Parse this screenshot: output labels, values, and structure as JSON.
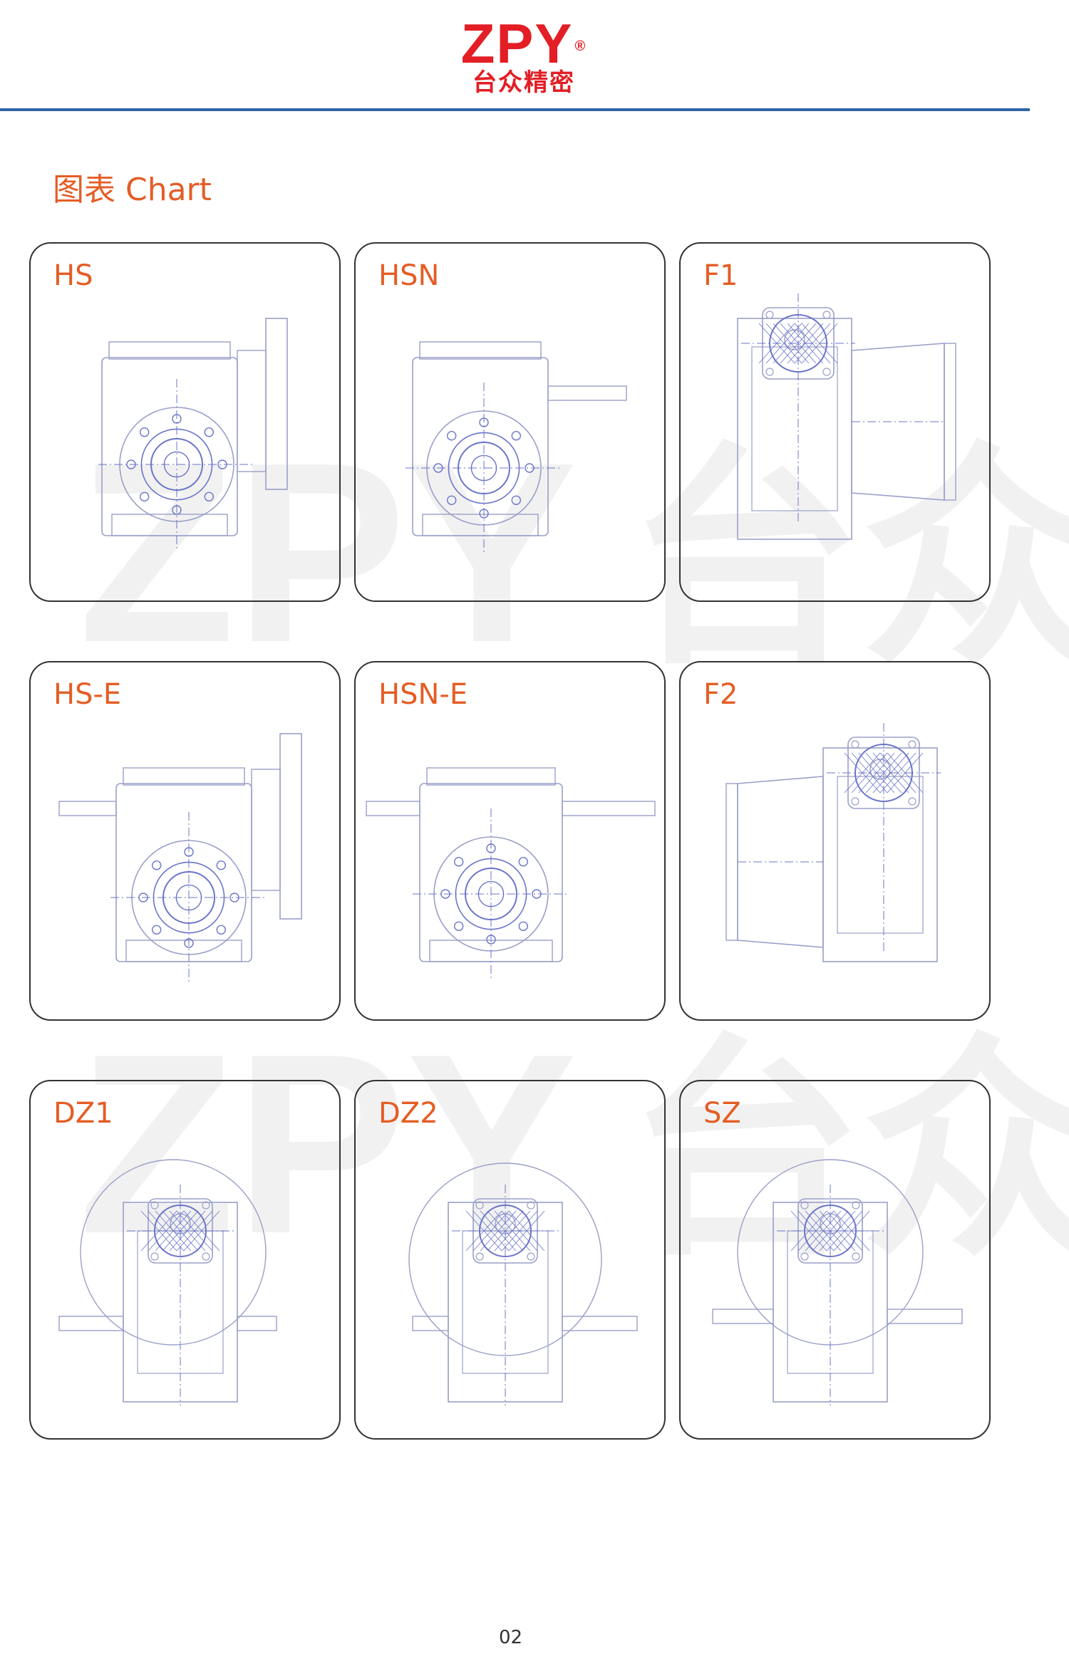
{
  "header": {
    "logo_text": "ZPY",
    "logo_reg": "®",
    "logo_sub": "台众精密"
  },
  "section": {
    "title": "图表  Chart"
  },
  "cards": [
    {
      "label": "HS"
    },
    {
      "label": "HSN"
    },
    {
      "label": "F1"
    },
    {
      "label": "HS-E"
    },
    {
      "label": "HSN-E"
    },
    {
      "label": "F2"
    },
    {
      "label": "DZ1"
    },
    {
      "label": "DZ2"
    },
    {
      "label": "SZ"
    }
  ],
  "watermark": {
    "text": "ZPY台众"
  },
  "page": {
    "number": "02"
  },
  "colors": {
    "accent": "#e45d25",
    "logo": "#e31e25",
    "rule": "#2f64a7",
    "drawing": "#6b75c8"
  }
}
